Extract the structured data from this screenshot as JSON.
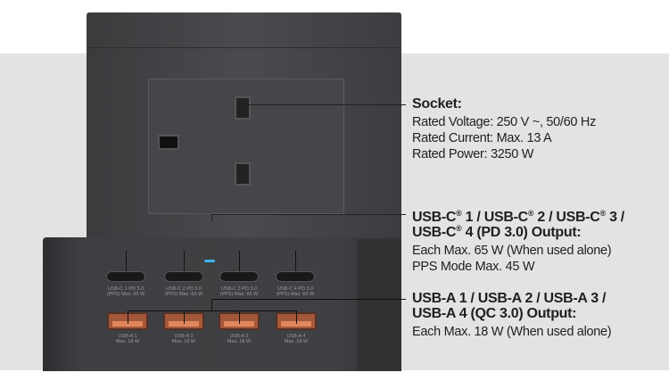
{
  "socket": {
    "title": "Socket:",
    "lines": [
      "Rated Voltage: 250 V ~, 50/60 Hz",
      "Rated Current: Max. 13 A",
      "Rated Power: 3250 W"
    ]
  },
  "usbc": {
    "title_parts": [
      "USB-C",
      "®",
      " 1 / USB-C",
      "®",
      " 2 / USB-C",
      "®",
      " 3 /",
      "USB-C",
      "®",
      " 4 (PD 3.0) Output:"
    ],
    "lines": [
      "Each Max. 65 W (When used alone)",
      "PPS Mode Max. 45 W"
    ],
    "ports": [
      {
        "l1": "USB-C 1 PD 3.0",
        "l2": "(PPS) Max. 65 W"
      },
      {
        "l1": "USB-C 2 PD 3.0",
        "l2": "(PPS) Max. 65 W"
      },
      {
        "l1": "USB-C 3 PD 3.0",
        "l2": "(PPS) Max. 65 W"
      },
      {
        "l1": "USB-C 4 PD 3.0",
        "l2": "(PPS) Max. 65 W"
      }
    ]
  },
  "usba": {
    "title_lines": [
      "USB-A 1 / USB-A 2 / USB-A 3 /",
      "USB-A 4 (QC 3.0) Output:"
    ],
    "lines": [
      "Each Max. 18 W (When used alone)"
    ],
    "ports": [
      {
        "l1": "USB-A 1",
        "l2": "Max. 18 W"
      },
      {
        "l1": "USB-A 2",
        "l2": "Max. 18 W"
      },
      {
        "l1": "USB-A 3",
        "l2": "Max. 18 W"
      },
      {
        "l1": "USB-A 4",
        "l2": "Max. 18 W"
      }
    ]
  },
  "colors": {
    "led": "#3fb4ee",
    "usba_port": "#e0875e"
  }
}
